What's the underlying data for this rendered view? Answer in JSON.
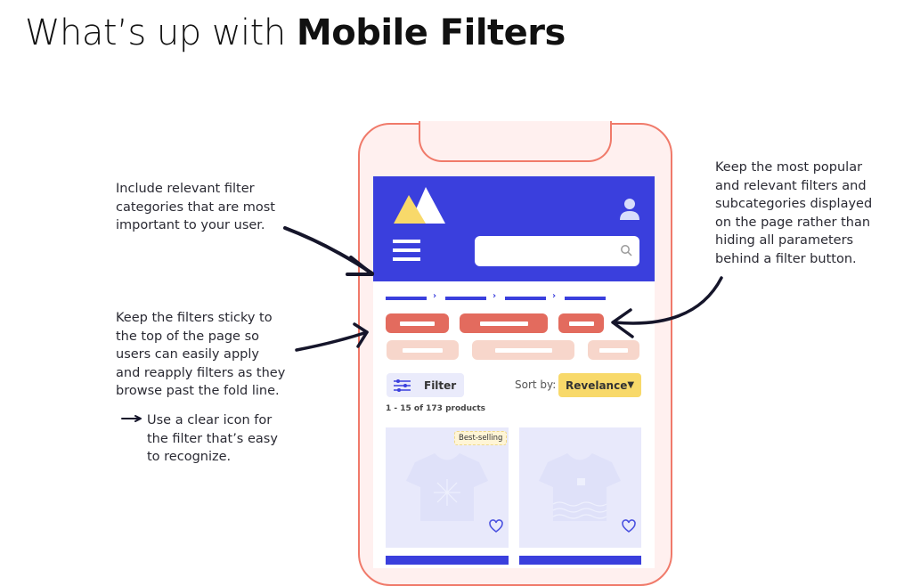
{
  "title": {
    "prefix": "What’s up with ",
    "bold": "Mobile Filters"
  },
  "notes": {
    "categories": [
      "Include relevant filter",
      "categories that are most",
      "important to your user."
    ],
    "sticky": [
      "Keep the filters sticky to",
      "the top of the page so",
      "users can easily apply",
      "and reapply filters as they",
      "browse past the fold line."
    ],
    "icon": [
      "Use a clear icon for",
      "the filter that’s easy",
      "to recognize."
    ],
    "popular": [
      "Keep the most popular",
      "and relevant filters and",
      "subcategories displayed",
      "on the page rather than",
      "hiding all parameters",
      "behind a filter button."
    ]
  },
  "phone": {
    "filter_label": "Filter",
    "sort_label": "Sort by:",
    "sort_value": "Revelance",
    "count": "1 - 15 of 173 products",
    "badge": "Best-selling"
  },
  "colors": {
    "brand": "#3a3fdd",
    "frame": "#f07a6a",
    "chip_active": "#e36b5e",
    "chip_inactive": "#f7d6cb",
    "accent": "#f8d96a"
  }
}
